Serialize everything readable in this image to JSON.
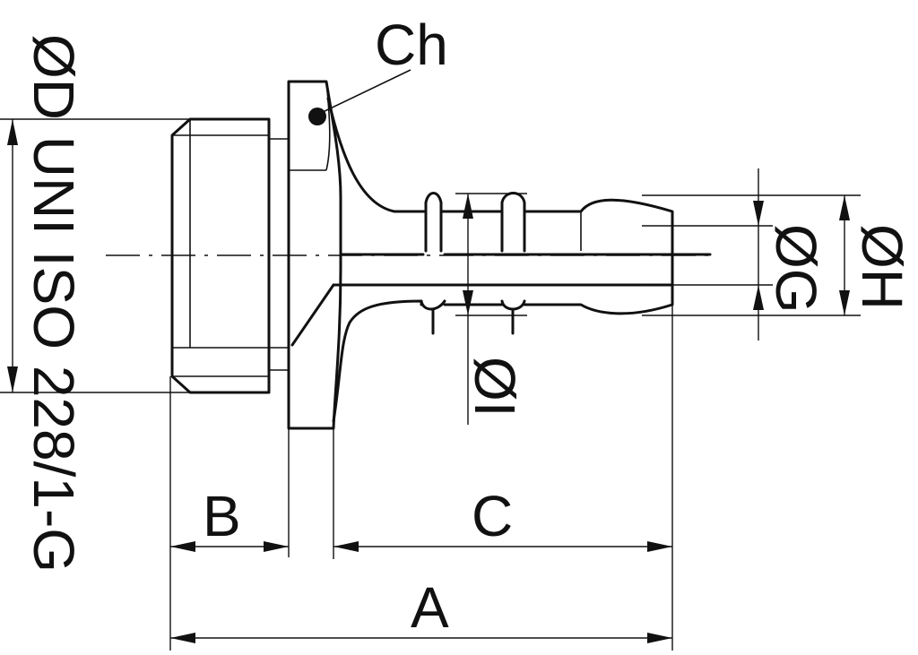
{
  "labels": {
    "chamfer": "Ch",
    "thread": "ØD UNI ISO 228/1-G",
    "len_b": "B",
    "len_c": "C",
    "len_a": "A",
    "dia_i": "ØI",
    "dia_g": "ØG",
    "dia_h": "ØH"
  }
}
